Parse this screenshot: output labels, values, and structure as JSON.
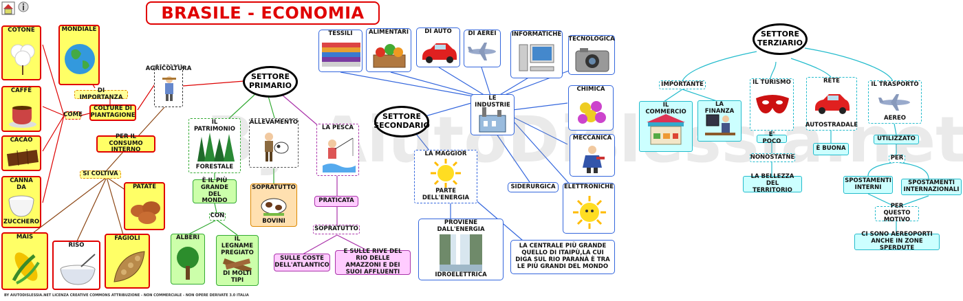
{
  "title": "BRASILE - ECONOMIA",
  "watermark": "By AiutoDislessia.net",
  "footer": "BY AIUTODISLESSIA.NET LICENZA CREATIVE COMMONS ATTRIBUZIONE - NON COMMERCIALE - NON OPERE DERIVATE 3.0 ITALIA",
  "primario": {
    "center": "SETTORE PRIMARIO",
    "agricoltura": "AGRICOLTURA",
    "di_importanza": "DI IMPORTANZA",
    "mondiale": "MONDIALE",
    "colture": "COLTURE DI PIANTAGIONE",
    "come": "COME",
    "cotone": "COTONE",
    "caffe": "CAFFÈ",
    "cacao": "CACAO",
    "canna_da": "CANNA DA",
    "zucchero": "ZUCCHERO",
    "per_consumo": "PER IL CONSUMO INTERNO",
    "si_coltiva": "SI COLTIVA",
    "patate": "PATATE",
    "mais": "MAIS",
    "riso": "RISO",
    "fagioli": "FAGIOLI",
    "patrimonio": "IL PATRIMONIO",
    "forestale": "FORESTALE",
    "piu_grande": "È IL PIÙ GRANDE DEL MONDO",
    "con": "CON",
    "alberi": "ALBERI",
    "legname": "IL LEGNAME PREGIATO",
    "molti_tipi": "DI MOLTI TIPI",
    "allevamento": "ALLEVAMENTO",
    "sopratutto_1": "SOPRATUTTO",
    "bovini": "BOVINI",
    "pesca": "LA PESCA",
    "praticata": "PRATICATA",
    "sopratutto_2": "SOPRATUTTO",
    "coste": "SULLE COSTE DELL'ATLANTICO",
    "rive": "E SULLE RIVE DEL RIO DELLE AMAZZONI E DEI SUOI AFFLUENTI"
  },
  "secondario": {
    "center": "SETTORE SECONDARIO",
    "industrie": "LE INDUSTRIE",
    "tessili": "TESSILI",
    "alimentari": "ALIMENTARI",
    "di_auto": "DI AUTO",
    "di_aerei": "DI AEREI",
    "informatiche": "INFORMATICHE",
    "tecnologica": "TECNOLOGICA",
    "chimica": "CHIMICA",
    "meccanica": "MECCANICA",
    "elettroniche": "ELETTRONICHE",
    "siderurgica": "SIDERURGICA",
    "maggior": "LA MAGGIOR",
    "parte_energia": "PARTE DELL'ENERGIA",
    "proviene": "PROVIENE DALL'ENERGIA",
    "idroelettrica": "IDROELETTRICA",
    "centrale": "LA CENTRALE PIÙ GRANDE QUELLO DI ITAIPÙ,LA CUI DIGA SUL RIO PARANÀ È TRA LE PIÙ GRANDI DEL MONDO"
  },
  "terziario": {
    "center": "SETTORE TERZIARIO",
    "importante": "IMPORTANTE",
    "commercio": "IL COMMERCIO",
    "finanza": "LA FINANZA",
    "turismo": "IL TURISMO",
    "e_poco": "E' POCO",
    "nonostatne": "NONOSTATNE",
    "bellezza": "LA BELLEZZA DEL TERRITORIO",
    "rete": "RETE",
    "autostradale": "AUTOSTRADALE",
    "e_buona": "È BUONA",
    "trasporto": "IL TRASPORTO",
    "aereo": "AEREO",
    "utilizzato": "UTILIZZATO",
    "per": "PER",
    "interni": "SPOSTAMENTI INTERNI",
    "internazionali": "SPOSTAMENTI INTERNAZIONALI",
    "per_questo": "PER QUESTO MOTIVO",
    "aeroporti": "CI SONO AEREOPORTI ANCHE IN ZONE SPERDUTE"
  },
  "colors": {
    "red": "#e00000",
    "green": "#33aa33",
    "magenta": "#aa33aa",
    "blue": "#3366dd",
    "cyan": "#22bbcc",
    "brown": "#8b4513"
  }
}
